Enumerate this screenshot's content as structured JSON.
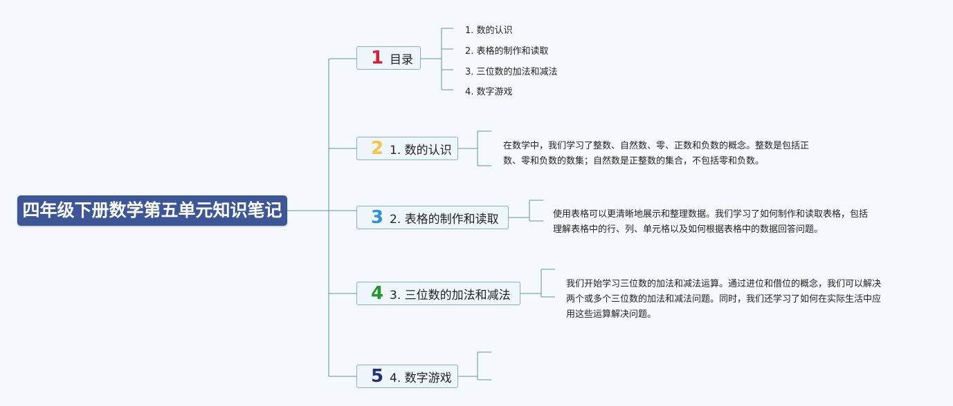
{
  "root": {
    "title": "四年级下册数学第五单元知识笔记"
  },
  "topics": [
    {
      "number": "1",
      "color": "#d8203a",
      "label": "目录"
    },
    {
      "number": "2",
      "color": "#f5c542",
      "label": "1. 数的认识"
    },
    {
      "number": "3",
      "color": "#2f8fd8",
      "label": "2. 表格的制作和读取"
    },
    {
      "number": "4",
      "color": "#23962f",
      "label": "3. 三位数的加法和减法"
    },
    {
      "number": "5",
      "color": "#1f3277",
      "label": "4. 数字游戏"
    }
  ],
  "toc": [
    "1. 数的认识",
    "2. 表格的制作和读取",
    "3. 三位数的加法和减法",
    "4. 数字游戏"
  ],
  "notes": {
    "n1": [
      "在数学中，我们学习了整数、自然数、零、正数和负数的概念。整数是包括正",
      "数、零和负数的数集；自然数是正整数的集合，不包括零和负数。"
    ],
    "n2": [
      "使用表格可以更清晰地展示和整理数据。我们学习了如何制作和读取表格，包括",
      "理解表格中的行、列、单元格以及如何根据表格中的数据回答问题。"
    ],
    "n3": [
      "我们开始学习三位数的加法和减法运算。通过进位和借位的概念，我们可以解决",
      "两个或多个三位数的加法和减法问题。同时，我们还学习了如何在实际生活中应",
      "用这些运算解决问题。"
    ]
  }
}
